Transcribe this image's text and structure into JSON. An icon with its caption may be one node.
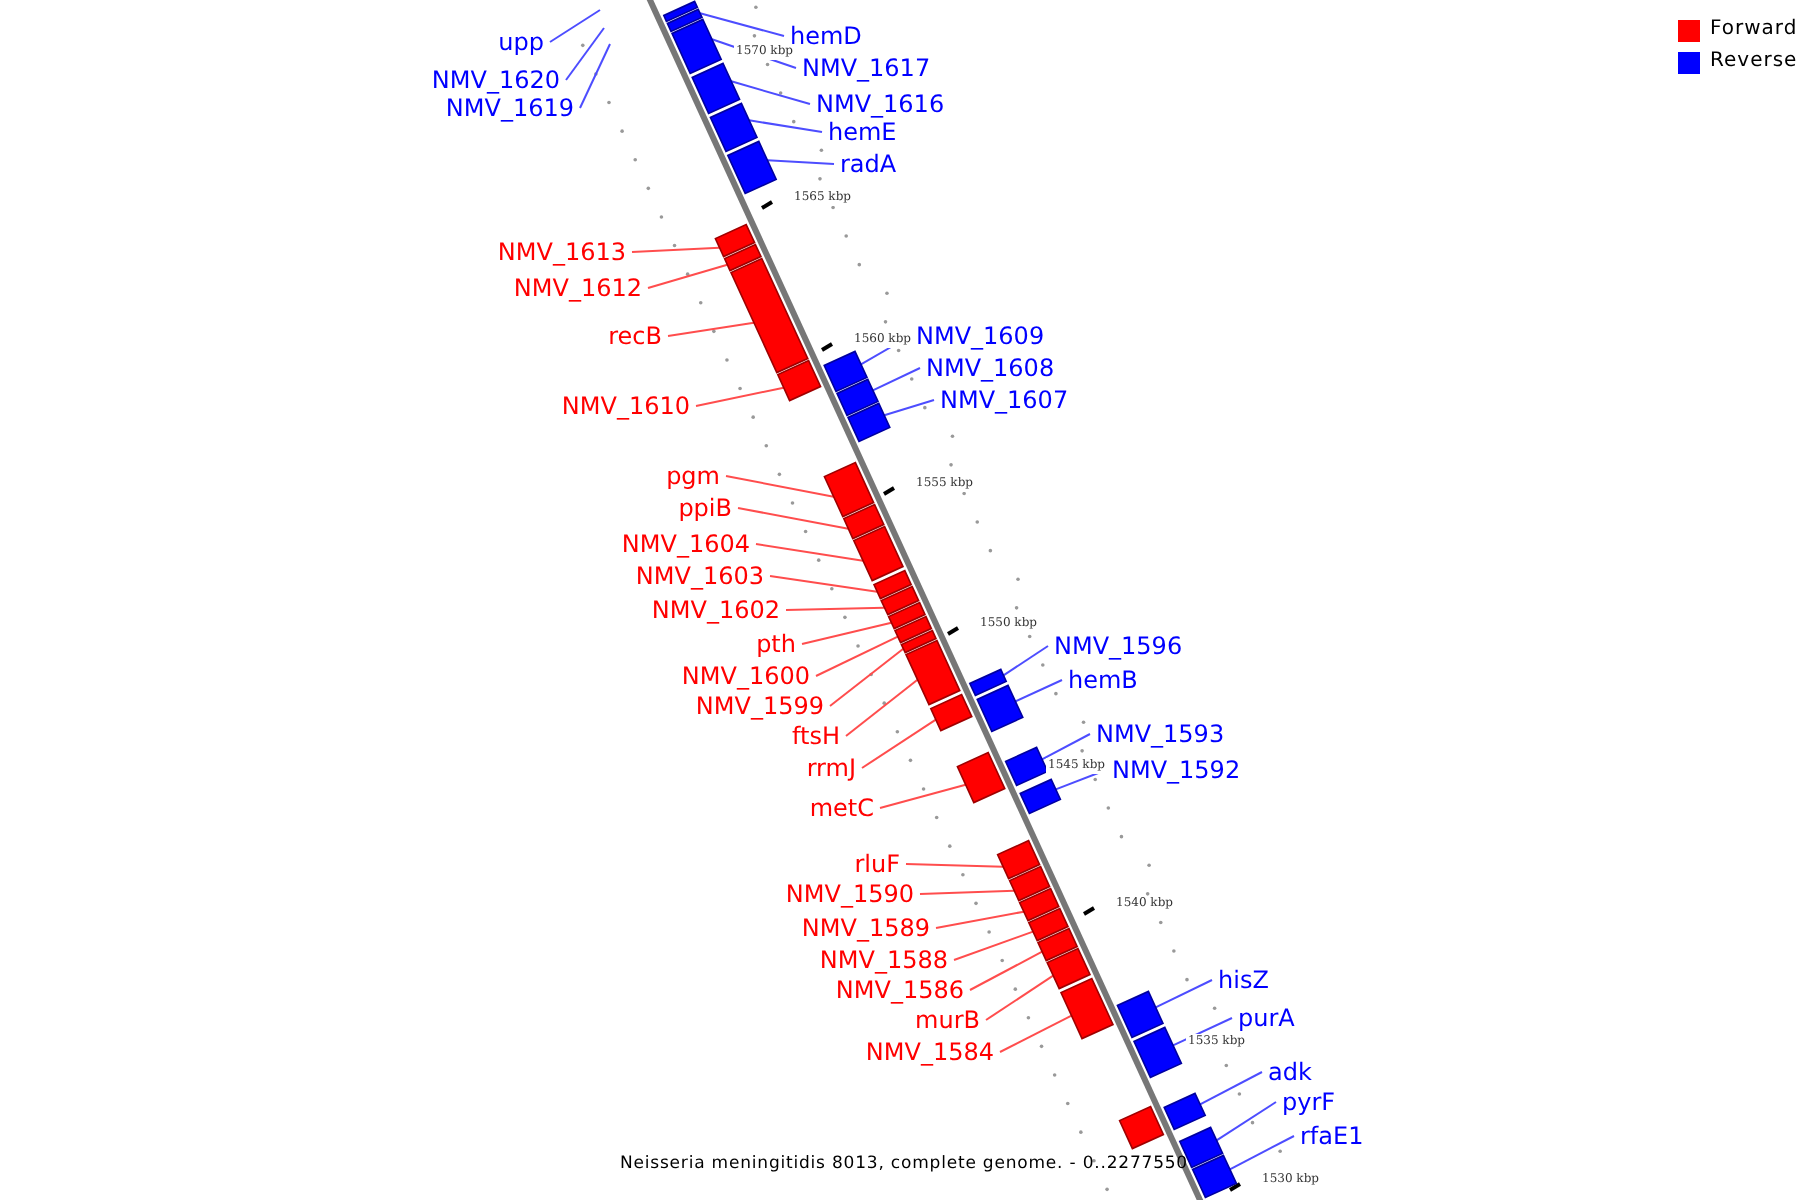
{
  "diagram": {
    "caption": "Neisseria meningitidis 8013, complete genome. - 0..2277550",
    "nodes": [
      {
        "text": [
          "hemD"
        ]
      },
      {
        "text": [
          "upp"
        ]
      },
      {
        "text": [
          "NMV_1617"
        ]
      },
      {
        "text": [
          "NMV_1620"
        ]
      },
      {
        "text": [
          "NMV_1616"
        ]
      },
      {
        "text": [
          "NMV_1619"
        ]
      },
      {
        "text": [
          "hemE"
        ]
      },
      {
        "text": [
          "radA"
        ]
      },
      {
        "text": [
          "NMV_1613"
        ]
      },
      {
        "text": [
          "NMV_1612"
        ]
      },
      {
        "text": [
          "recB"
        ]
      },
      {
        "text": [
          "NMV_1609"
        ]
      },
      {
        "text": [
          "NMV_1608"
        ]
      },
      {
        "text": [
          "NMV_1607"
        ]
      },
      {
        "text": [
          "NMV_1610"
        ]
      },
      {
        "text": [
          "pgm"
        ]
      },
      {
        "text": [
          "ppiB"
        ]
      },
      {
        "text": [
          "NMV_1604"
        ]
      },
      {
        "text": [
          "NMV_1603"
        ]
      },
      {
        "text": [
          "NMV_1602"
        ]
      },
      {
        "text": [
          "pth"
        ]
      },
      {
        "text": [
          "NMV_1596"
        ]
      },
      {
        "text": [
          "NMV_1600"
        ]
      },
      {
        "text": [
          "hemB"
        ]
      },
      {
        "text": [
          "NMV_1599"
        ]
      },
      {
        "text": [
          "NMV_1593"
        ]
      },
      {
        "text": [
          "ftsH"
        ]
      },
      {
        "text": [
          "rrmJ"
        ]
      },
      {
        "text": [
          "NMV_1592"
        ]
      },
      {
        "text": [
          "metC"
        ]
      },
      {
        "text": [
          "rluF"
        ]
      },
      {
        "text": [
          "NMV_1590"
        ]
      },
      {
        "text": [
          "NMV_1589"
        ]
      },
      {
        "text": [
          "NMV_1588"
        ]
      },
      {
        "text": [
          "hisZ"
        ]
      },
      {
        "text": [
          "NMV_1586"
        ]
      },
      {
        "text": [
          "purA"
        ]
      },
      {
        "text": [
          "murB"
        ]
      },
      {
        "text": [
          "NMV_1584"
        ]
      },
      {
        "text": [
          "adk"
        ]
      },
      {
        "text": [
          "pyrF"
        ]
      },
      {
        "text": [
          "rfaE1"
        ]
      },
      {
        "text": [],
        "shape": "box"
      },
      {
        "text": [],
        "shape": "box"
      },
      {
        "text": [],
        "shape": "box"
      },
      {
        "text": [],
        "shape": "box"
      },
      {
        "text": [],
        "shape": "box"
      },
      {
        "text": [],
        "shape": "box"
      },
      {
        "text": [],
        "shape": "box"
      },
      {
        "text": [],
        "shape": "box"
      },
      {
        "text": [],
        "shape": "box"
      },
      {
        "text": [],
        "shape": "box"
      },
      {
        "text": [],
        "shape": "box"
      },
      {
        "text": [],
        "shape": "box"
      },
      {
        "text": [],
        "shape": "box"
      },
      {
        "text": [],
        "shape": "box"
      },
      {
        "text": [],
        "shape": "box"
      },
      {
        "text": [],
        "shape": "box"
      },
      {
        "text": [],
        "shape": "box"
      },
      {
        "text": [],
        "shape": "box"
      },
      {
        "text": [],
        "shape": "box"
      },
      {
        "text": [],
        "shape": "box"
      },
      {
        "text": [],
        "shape": "box"
      },
      {
        "text": [],
        "shape": "box"
      },
      {
        "text": [],
        "shape": "box"
      },
      {
        "text": [],
        "shape": "box"
      },
      {
        "text": [],
        "shape": "box"
      },
      {
        "text": [],
        "shape": "box"
      },
      {
        "text": [],
        "shape": "box"
      },
      {
        "text": [],
        "shape": "box"
      },
      {
        "text": [],
        "shape": "box"
      },
      {
        "text": [],
        "shape": "box"
      },
      {
        "text": [],
        "shape": "box"
      },
      {
        "text": [],
        "shape": "box"
      },
      {
        "text": [],
        "shape": "box"
      },
      {
        "text": [],
        "shape": "box"
      },
      {
        "text": [],
        "shape": "box"
      },
      {
        "text": [],
        "shape": "box"
      },
      {
        "text": [],
        "shape": "box"
      },
      {
        "text": [],
        "shape": "box"
      },
      {
        "text": [],
        "shape": "box"
      },
      {
        "text": [],
        "shape": "box"
      },
      {
        "text": [],
        "shape": "box"
      }
    ],
    "edges": [
      {
        "from": 0,
        "to": 43,
        "arrow": "none",
        "color": "#4d4dff"
      },
      {
        "from": 1,
        "to": null,
        "arrow": "none",
        "color": "#4d4dff"
      },
      {
        "from": 2,
        "to": 44,
        "arrow": "none",
        "color": "#4d4dff"
      },
      {
        "from": 3,
        "to": null,
        "arrow": "none",
        "color": "#4d4dff"
      },
      {
        "from": 4,
        "to": 45,
        "arrow": "none",
        "color": "#4d4dff"
      },
      {
        "from": 5,
        "to": null,
        "arrow": "none",
        "color": "#4d4dff"
      },
      {
        "from": 6,
        "to": 46,
        "arrow": "none",
        "color": "#4d4dff"
      },
      {
        "from": 7,
        "to": 47,
        "arrow": "none",
        "color": "#4d4dff"
      },
      {
        "from": 8,
        "to": 48,
        "arrow": "none"
      },
      {
        "from": 9,
        "to": 49,
        "arrow": "none"
      },
      {
        "from": 10,
        "to": 50,
        "arrow": "none"
      },
      {
        "from": 11,
        "to": 52,
        "arrow": "none",
        "color": "#4d4dff"
      },
      {
        "from": 12,
        "to": 53,
        "arrow": "none",
        "color": "#4d4dff"
      },
      {
        "from": 13,
        "to": 54,
        "arrow": "none",
        "color": "#4d4dff"
      },
      {
        "from": 14,
        "to": 51,
        "arrow": "none"
      },
      {
        "from": 15,
        "to": 55,
        "arrow": "none"
      },
      {
        "from": 16,
        "to": 56,
        "arrow": "none"
      },
      {
        "from": 17,
        "to": 57,
        "arrow": "none"
      },
      {
        "from": 18,
        "to": 58,
        "arrow": "none"
      },
      {
        "from": 19,
        "to": 59,
        "arrow": "none"
      },
      {
        "from": 20,
        "to": 60,
        "arrow": "none"
      },
      {
        "from": 21,
        "to": 64,
        "arrow": "none",
        "color": "#4d4dff"
      },
      {
        "from": 22,
        "to": 61,
        "arrow": "none"
      },
      {
        "from": 23,
        "to": 66,
        "arrow": "none",
        "color": "#4d4dff"
      },
      {
        "from": 24,
        "to": 62,
        "arrow": "none"
      },
      {
        "from": 25,
        "to": 68,
        "arrow": "none",
        "color": "#4d4dff"
      },
      {
        "from": 26,
        "to": 63,
        "arrow": "none"
      },
      {
        "from": 27,
        "to": 65,
        "arrow": "none"
      },
      {
        "from": 28,
        "to": 69,
        "arrow": "none",
        "color": "#4d4dff"
      },
      {
        "from": 29,
        "to": 67,
        "arrow": "none"
      },
      {
        "from": 30,
        "to": 70,
        "arrow": "none"
      },
      {
        "from": 31,
        "to": 71,
        "arrow": "none"
      },
      {
        "from": 32,
        "to": 72,
        "arrow": "none"
      },
      {
        "from": 33,
        "to": 73,
        "arrow": "none"
      },
      {
        "from": 34,
        "to": 77,
        "arrow": "none",
        "color": "#4d4dff"
      },
      {
        "from": 35,
        "to": 74,
        "arrow": "none"
      },
      {
        "from": 36,
        "to": 78,
        "arrow": "none",
        "color": "#4d4dff"
      },
      {
        "from": 37,
        "to": 75,
        "arrow": "none"
      },
      {
        "from": 38,
        "to": 76,
        "arrow": "none"
      },
      {
        "from": 39,
        "to": 80,
        "arrow": "none",
        "color": "#4d4dff"
      },
      {
        "from": 40,
        "to": 81,
        "arrow": "none",
        "color": "#4d4dff"
      },
      {
        "from": 41,
        "to": 82,
        "arrow": "none",
        "color": "#4d4dff"
      }
    ],
    "labels": [
      "1570 kbp",
      "1565 kbp",
      "1560 kbp",
      "1555 kbp",
      "1550 kbp",
      "1545 kbp",
      "1540 kbp",
      "1535 kbp",
      "1530 kbp"
    ],
    "legend": [
      {
        "text": "Forward",
        "color": "#ff0000"
      },
      {
        "text": "Reverse",
        "color": "#0000ff"
      }
    ]
  }
}
